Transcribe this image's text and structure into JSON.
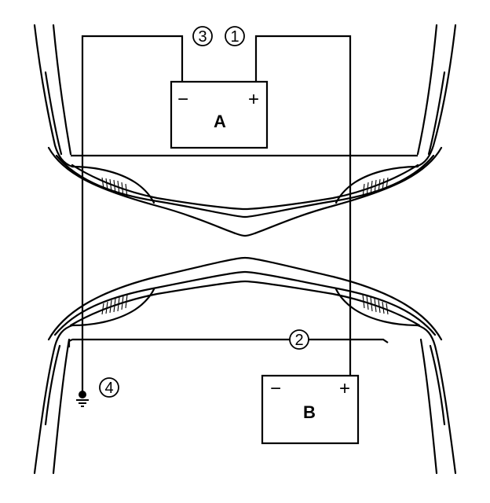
{
  "batteries": {
    "a": {
      "label": "A",
      "negative": "−",
      "positive": "+"
    },
    "b": {
      "label": "B",
      "negative": "−",
      "positive": "+"
    }
  },
  "callouts": {
    "c1": "1",
    "c2": "2",
    "c3": "3",
    "c4": "4"
  },
  "icons": {
    "ground": "ground-symbol-icon"
  }
}
